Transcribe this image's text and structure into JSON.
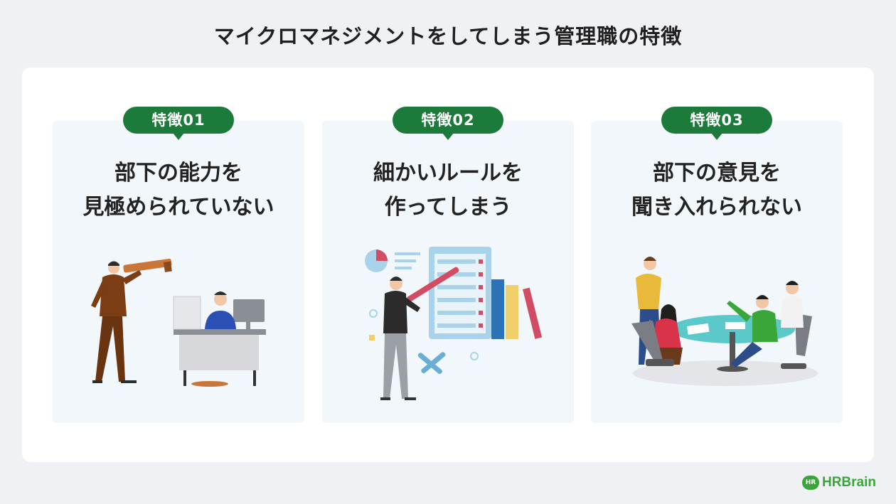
{
  "title": "マイクロマネジメントをしてしまう管理職の特徴",
  "features": [
    {
      "badge": "特徴01",
      "line1": "部下の能力を",
      "line2": "見極められていない"
    },
    {
      "badge": "特徴02",
      "line1": "細かいルールを",
      "line2": "作ってしまう"
    },
    {
      "badge": "特徴03",
      "line1": "部下の意見を",
      "line2": "聞き入れられない"
    }
  ],
  "logo": {
    "mark": "HR",
    "text": "HRBrain"
  },
  "colors": {
    "accent": "#1c7a3a",
    "card": "#f1f7fb",
    "logo": "#3aa63a"
  }
}
